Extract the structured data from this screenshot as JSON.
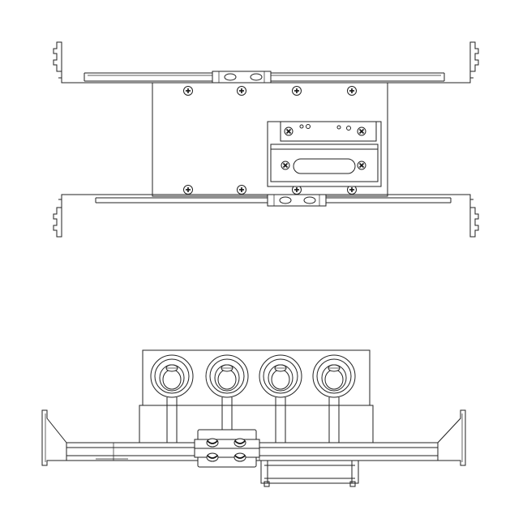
{
  "drawing": {
    "description_views": [
      "top-view",
      "front-view"
    ],
    "colors": {
      "line": "#222222",
      "background": "#ffffff"
    },
    "top_view": {
      "plate_screw_count": 8,
      "bracket_count": 2,
      "module": {
        "screw_count": 4,
        "indicator_dots": 4
      }
    },
    "front_view": {
      "knockout_count": 4
    }
  }
}
